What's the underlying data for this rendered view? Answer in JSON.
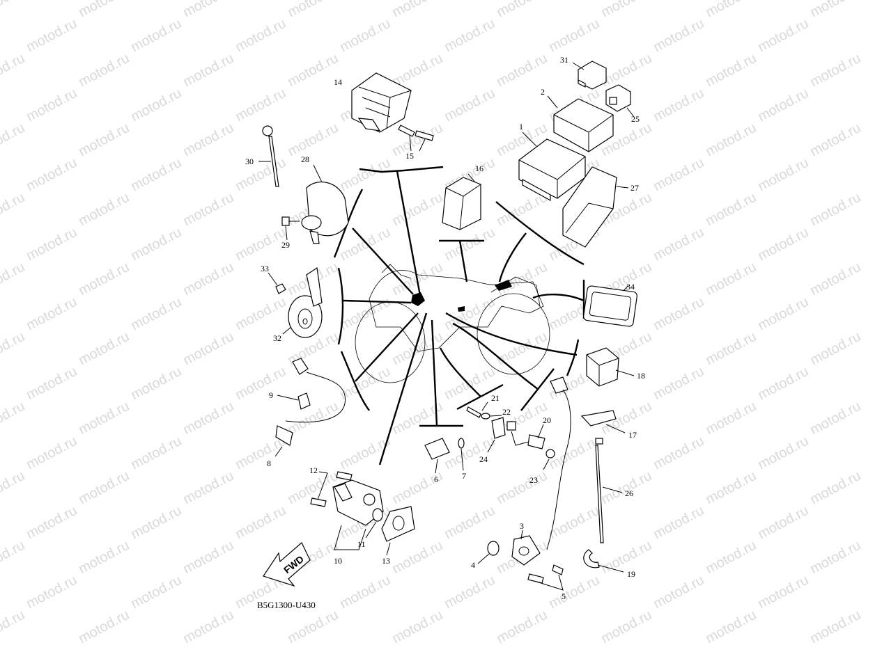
{
  "watermark": "motod.ru",
  "diagram_code": "B5G1300-U430",
  "fwd_label": "FWD",
  "callouts": {
    "p1": "1",
    "p2": "2",
    "p3": "3",
    "p4": "4",
    "p5": "5",
    "p6": "6",
    "p7": "7",
    "p8": "8",
    "p9": "9",
    "p10": "10",
    "p11": "11",
    "p12": "12",
    "p13": "13",
    "p14": "14",
    "p15": "15",
    "p16": "16",
    "p17": "17",
    "p18": "18",
    "p19": "19",
    "p20": "20",
    "p21": "21",
    "p22": "22",
    "p23": "23",
    "p24": "24",
    "p25": "25",
    "p26": "26",
    "p27": "27",
    "p28": "28",
    "p29": "29",
    "p30": "30",
    "p31": "31",
    "p32": "32",
    "p33": "33",
    "p34": "34"
  }
}
